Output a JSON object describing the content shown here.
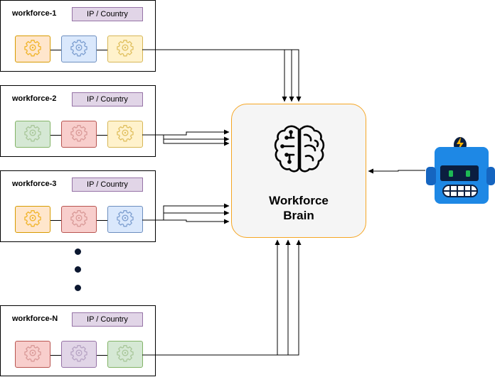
{
  "workforces": [
    {
      "title": "workforce-1",
      "tag": "IP / Country",
      "gears": [
        "orange",
        "blue",
        "yellow"
      ]
    },
    {
      "title": "workforce-2",
      "tag": "IP / Country",
      "gears": [
        "green",
        "red",
        "yellow"
      ]
    },
    {
      "title": "workforce-3",
      "tag": "IP / Country",
      "gears": [
        "orange",
        "red",
        "blue"
      ]
    },
    {
      "title": "workforce-N",
      "tag": "IP / Country",
      "gears": [
        "red",
        "purple",
        "green"
      ]
    }
  ],
  "brain": {
    "line1": "Workforce",
    "line2": "Brain",
    "icon": "brain-circuit-icon"
  },
  "robot": {
    "icon": "robot-icon"
  },
  "colors": {
    "orange": {
      "fill": "#ffe6cc",
      "stroke": "#d79b00",
      "gear": "#f0b429"
    },
    "blue": {
      "fill": "#dae8fc",
      "stroke": "#6c8ebf",
      "gear": "#7e9fd0"
    },
    "yellow": {
      "fill": "#fff2cc",
      "stroke": "#d6b656",
      "gear": "#e0c060"
    },
    "green": {
      "fill": "#d5e8d4",
      "stroke": "#82b366",
      "gear": "#a9c79a"
    },
    "red": {
      "fill": "#f8cecc",
      "stroke": "#b85450",
      "gear": "#d99a98"
    },
    "purple": {
      "fill": "#e1d5e7",
      "stroke": "#9673a6",
      "gear": "#b7a4c4"
    },
    "brain_border": "#f5a623",
    "robot_body": "#1e88e5"
  }
}
